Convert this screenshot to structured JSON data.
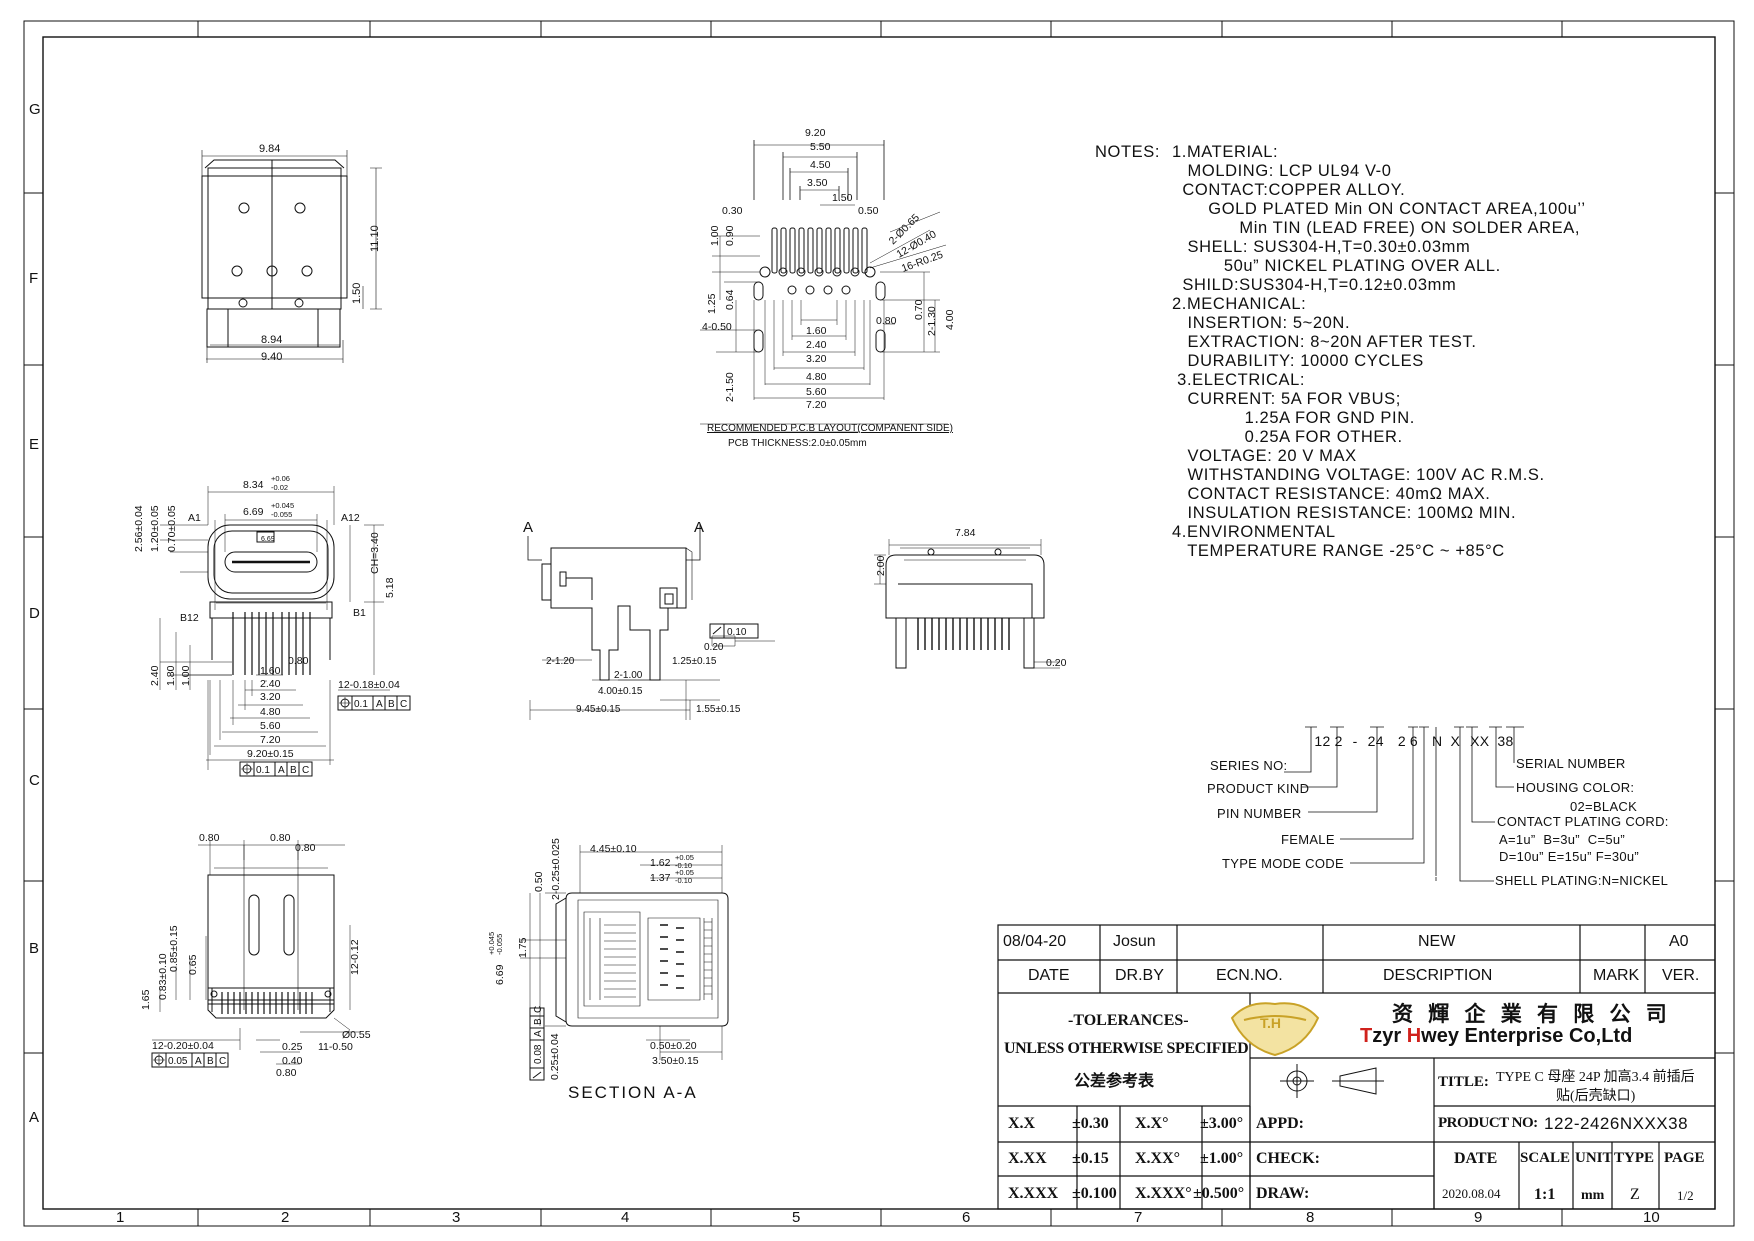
{
  "frame": {
    "rows": [
      "G",
      "F",
      "E",
      "D",
      "C",
      "B",
      "A"
    ],
    "cols": [
      "1",
      "2",
      "3",
      "4",
      "5",
      "6",
      "7",
      "8",
      "9",
      "10"
    ]
  },
  "views": {
    "top": {
      "d1": "9.84",
      "d2": "11.10",
      "d3": "1.50",
      "d4": "8.94",
      "d5": "9.40"
    },
    "pcb": {
      "top_dims": [
        "9.20",
        "5.50",
        "4.50",
        "3.50",
        "1.50"
      ],
      "d_030": "0.30",
      "d_050": "0.50",
      "d_100": "1.00",
      "d_090": "0.90",
      "hole1": "2-Ø0.65",
      "hole2": "12-Ø0.40",
      "hole3": "16-R0.25",
      "d_125": "1.25",
      "d_064": "0.64",
      "d_slot": "4-0.50",
      "d_070": "0.70",
      "d_130": "2-1.30",
      "d_400": "4.00",
      "d_080": "0.80",
      "d_150": "2-1.50",
      "bottom_dims": [
        "1.60",
        "2.40",
        "3.20",
        "4.80",
        "5.60",
        "7.20"
      ],
      "label": "RECOMMENDED P.C.B LAYOUT(COMPANENT SIDE)",
      "thickness": "PCB THICKNESS:2.0±0.05mm"
    },
    "front": {
      "w1": "8.34",
      "w1_tol_up": "+0.06",
      "w1_tol_dn": "-0.02",
      "w2": "6.69",
      "w2_tol_up": "+0.045",
      "w2_tol_dn": "-0.055",
      "a1": "A1",
      "a12": "A12",
      "b12": "B12",
      "b1": "B1",
      "h1": "2.56±0.04",
      "h2": "1.20±0.05",
      "h3": "0.70±0.05",
      "ch": "CH=3.40",
      "h518": "5.18",
      "inner": "6.69",
      "p240": "2.40",
      "p180": "1.80",
      "p100": "1.00",
      "p080": "0.80",
      "pitch": "12-0.18±0.04",
      "fcf1": "0.1",
      "fcf1_refs": [
        "A",
        "B",
        "C"
      ],
      "b_dims": [
        "1.60",
        "2.40",
        "3.20",
        "4.80",
        "5.60",
        "7.20"
      ],
      "total": "9.20±0.15",
      "fcf2": "0.1",
      "fcf2_refs": [
        "A",
        "B",
        "C"
      ]
    },
    "side": {
      "sec_a": "A",
      "flat": "0.10",
      "d_020": "0.20",
      "d_120": "2-1.20",
      "d_100": "2-1.00",
      "d_400": "4.00±0.15",
      "d_125": "1.25±0.15",
      "d_945": "9.45±0.15",
      "d_155": "1.55±0.15"
    },
    "rear": {
      "w": "7.84",
      "h": "2.00",
      "t": "0.20"
    },
    "bottom": {
      "d_080a": "0.80",
      "d_080b": "0.80",
      "d_080c": "0.80",
      "d_165": "1.65",
      "d_083": "0.83±0.10",
      "d_065": "0.65",
      "d_085": "0.85±0.15",
      "d_012": "12-0.12",
      "pitch": "12-0.20±0.04",
      "fcf": "0.05",
      "fcf_refs": [
        "A",
        "B",
        "C"
      ],
      "d_025": "0.25",
      "d_050": "11-0.50",
      "d_055": "Ø0.55",
      "d_040": "0.40",
      "d_080d": "0.80"
    },
    "section": {
      "d_445": "4.45±0.10",
      "d_162": "1.62",
      "d_162_up": "+0.05",
      "d_162_dn": "-0.10",
      "d_137": "1.37",
      "d_137_up": "+0.05",
      "d_137_dn": "-0.10",
      "d_050v": "0.50",
      "d_025v": "2-0.25±0.025",
      "d_175": "1.75",
      "d_669": "6.69",
      "d_669_up": "+0.045",
      "d_669_dn": "-0.055",
      "fcf": "0.08",
      "fcf_refs": [
        "A",
        "B",
        "C"
      ],
      "d_025b": "0.25±0.04",
      "d_050b": "0.50±0.20",
      "d_350": "3.50±0.15",
      "title": "SECTION A-A"
    }
  },
  "notes": {
    "head": "NOTES:",
    "lines": [
      "1.MATERIAL:",
      "   MOLDING: LCP UL94 V-0",
      "  CONTACT:COPPER ALLOY.",
      "       GOLD PLATED Min ON CONTACT AREA,100u’’",
      "             Min TIN (LEAD FREE) ON SOLDER AREA,",
      "   SHELL: SUS304-H,T=0.30±0.03mm",
      "          50u” NICKEL PLATING OVER ALL.",
      "  SHILD:SUS304-H,T=0.12±0.03mm",
      "2.MECHANICAL:",
      "   INSERTION: 5~20N.",
      "   EXTRACTION: 8~20N AFTER TEST.",
      "   DURABILITY: 10000 CYCLES",
      " 3.ELECTRICAL:",
      "   CURRENT: 5A FOR VBUS;",
      "              1.25A FOR GND PIN.",
      "              0.25A FOR OTHER.",
      "   VOLTAGE: 20 V MAX",
      "   WITHSTANDING VOLTAGE: 100V AC R.M.S.",
      "   CONTACT RESISTANCE: 40mΩ MAX.",
      "   INSULATION RESISTANCE: 100MΩ MIN.",
      "4.ENVIRONMENTAL",
      "   TEMPERATURE RANGE -25°C ~ +85°C"
    ]
  },
  "part_code": {
    "segments": [
      "12",
      "2",
      "-",
      "24",
      "2",
      "6",
      "N",
      "X",
      "XX",
      "38"
    ],
    "legend": {
      "series": "SERIES NO:",
      "kind": "PRODUCT KIND",
      "pins": "PIN NUMBER",
      "female": "FEMALE",
      "type": "TYPE MODE CODE",
      "serial": "SERIAL NUMBER",
      "housing": "HOUSING COLOR:",
      "housing_val": "02=BLACK",
      "plating": "CONTACT PLATING CORD:",
      "plating_val1": "A=1u”  B=3u”  C=5u”",
      "plating_val2": "D=10u” E=15u” F=30u”",
      "shell": "SHELL PLATING:N=NICKEL"
    }
  },
  "title_block": {
    "rev_date": "08/04-20",
    "rev_by": "Josun",
    "rev_desc": "NEW",
    "rev_ver": "A0",
    "h_date": "DATE",
    "h_drby": "DR.BY",
    "h_ecn": "ECN.NO.",
    "h_desc": "DESCRIPTION",
    "h_mark": "MARK",
    "h_ver": "VER.",
    "tol_title": "-TOLERANCES-",
    "tol_line1": "UNLESS OTHERWISE SPECIFIED",
    "tol_line2": "公差参考表",
    "logo_text": "T.H",
    "company_cn": "资 輝 企 業 有 限 公 司",
    "company_en_1": "T",
    "company_en_2": "zyr ",
    "company_en_3": "H",
    "company_en_4": "wey Enterprise Co,Ltd",
    "title_label": "TITLE:",
    "title_value_1": "TYPE C 母座 24P 加高3.4 前插后",
    "title_value_2": "贴(后壳缺口)",
    "tol_rows": [
      {
        "f": "X.X",
        "v": "±0.30",
        "af": "X.X°",
        "av": "±3.00°"
      },
      {
        "f": "X.XX",
        "v": "±0.15",
        "af": "X.XX°",
        "av": "±1.00°"
      },
      {
        "f": "X.XXX",
        "v": "±0.100",
        "af": "X.XXX°",
        "av": "±0.500°"
      }
    ],
    "appd": "APPD:",
    "check": "CHECK:",
    "draw": "DRAW:",
    "product_label": "PRODUCT NO:",
    "product_no": "122-2426NXXX38",
    "h2_date": "DATE",
    "h2_scale": "SCALE",
    "h2_unit": "UNIT",
    "h2_type": "TYPE",
    "h2_page": "PAGE",
    "v_date": "2020.08.04",
    "v_scale": "1:1",
    "v_unit": "mm",
    "v_type": "Z",
    "v_page": "1/2",
    "colors": {
      "logo_gold": "#c9a227",
      "brand_red": "#d0211c"
    }
  }
}
